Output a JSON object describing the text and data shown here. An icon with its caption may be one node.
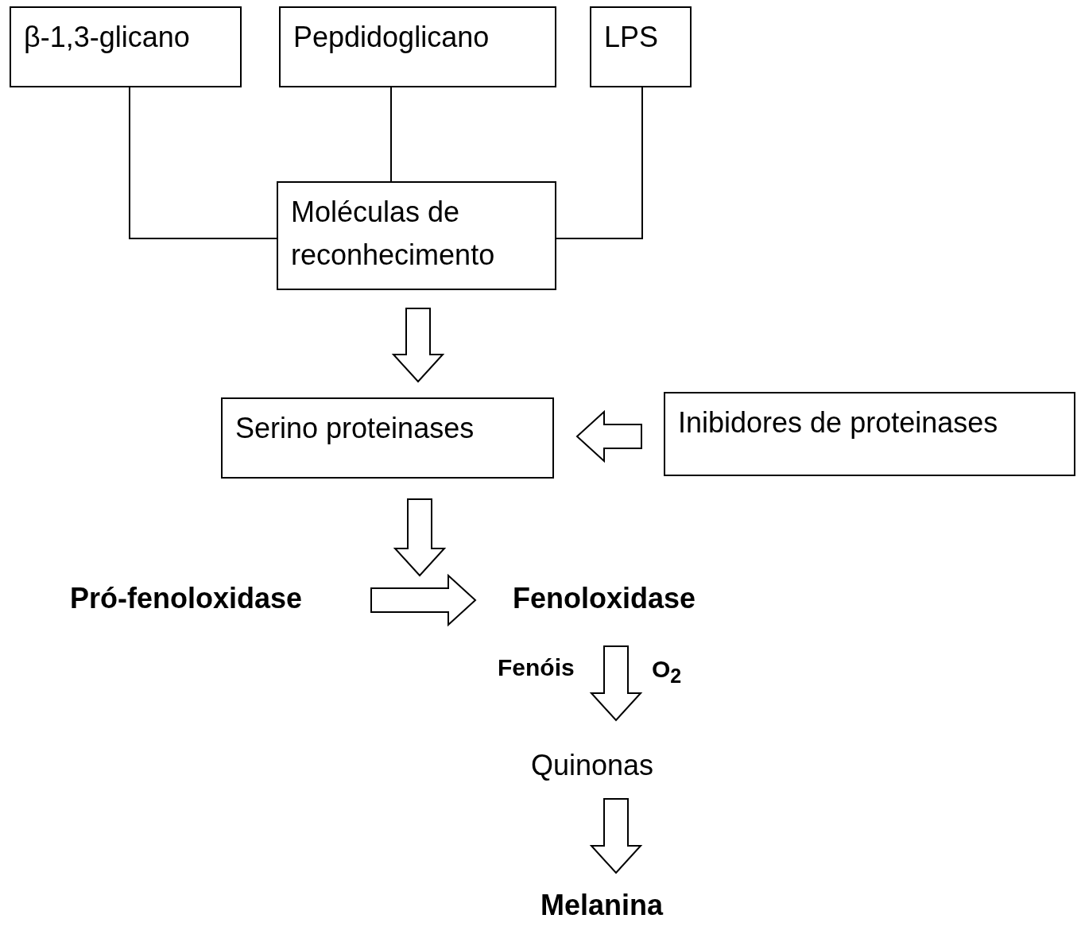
{
  "diagram": {
    "nodes": [
      {
        "text": [
          "β-1,3-glicano"
        ]
      },
      {
        "text": [
          "Pepdidoglicano"
        ]
      },
      {
        "text": [
          "LPS"
        ]
      },
      {
        "text": [
          "Moléculas de reconhecimento"
        ]
      },
      {
        "text": [
          "Serino proteinases"
        ]
      },
      {
        "text": [
          "Inibidores de proteinases"
        ]
      },
      {
        "text": [
          "Pró-fenoloxidase"
        ]
      },
      {
        "text": [
          "Fenoloxidase"
        ]
      },
      {
        "text": [
          "Quinonas"
        ]
      },
      {
        "text": [
          "Melanina"
        ]
      }
    ],
    "edges": [
      {
        "from": 0,
        "to": 3,
        "arrow": "none"
      },
      {
        "from": 1,
        "to": 3,
        "arrow": "none"
      },
      {
        "from": 2,
        "to": 3,
        "arrow": "none"
      },
      {
        "from": 3,
        "to": 4,
        "arrow": "to"
      },
      {
        "from": 5,
        "to": 4,
        "arrow": "to"
      },
      {
        "from": 4,
        "to": null,
        "arrow": "to"
      },
      {
        "from": 6,
        "to": 7,
        "arrow": "to"
      },
      {
        "from": 7,
        "to": 8,
        "arrow": "to",
        "label": "Fenóis"
      },
      {
        "from": 8,
        "to": 9,
        "arrow": "to"
      }
    ],
    "labels": [
      "O$_{2}$"
    ]
  }
}
